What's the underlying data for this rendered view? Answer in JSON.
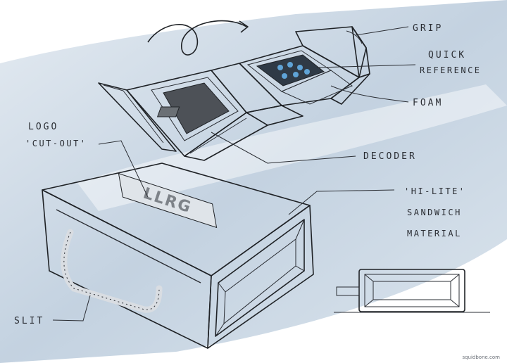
{
  "annotations": {
    "grip": "GRIP",
    "quick_reference_1": "QUICK",
    "quick_reference_2": "REFERENCE",
    "foam": "FOAM",
    "logo_cutout_1": "LOGO",
    "logo_cutout_2": "'CUT-OUT'",
    "decoder": "DECODER",
    "hi_lite_1": "'HI-LITE'",
    "hi_lite_2": "SANDWICH",
    "hi_lite_3": "MATERIAL",
    "slit": "SLIT"
  },
  "logo_text": "LLRG",
  "credit": "squidbone.com",
  "colors": {
    "background_wash": "#c3d3e2",
    "box_dark": "#55595f",
    "box_top": "#8b9096",
    "panel_light": "#eef1f4",
    "ink": "#2a2d33",
    "screen_blue": "#3e6f9a"
  }
}
